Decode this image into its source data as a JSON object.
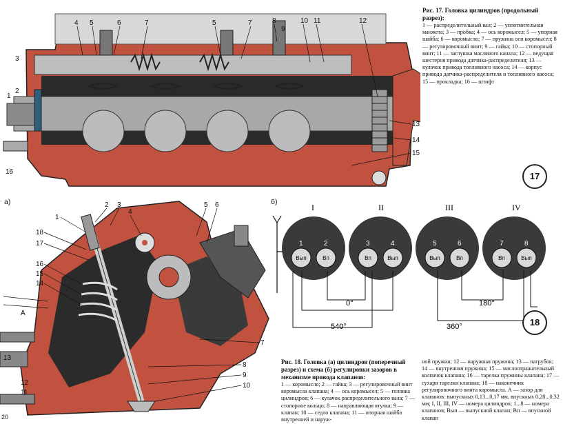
{
  "page_number": "20",
  "fig17": {
    "title": "Рис. 17. Головка цилиндров (продольный разрез):",
    "legend": "1 — распределительный вал; 2 — уплотнительная манжета; 3 — пробка; 4 — ось коромысел; 5 — упорная шайба; 6 — коромысло; 7 — пружина оси коромысел; 8 — регулировочный винт; 9 — гайка; 10 — стопорный винт; 11 — заглушка масляного канала; 12 — ведущая шестерня привода датчика-распределителя; 13 — кулачок привода топливного насоса; 14 — корпус привода датчика-распределителя и топливного насоса; 15 — прокладка; 16 — штифт",
    "badge": "17",
    "callouts": [
      "1",
      "2",
      "3",
      "4",
      "5",
      "6",
      "7",
      "5",
      "7",
      "8",
      "9",
      "10",
      "11",
      "12",
      "13",
      "14",
      "15",
      "16"
    ]
  },
  "fig18": {
    "title": "Рис. 18. Головка (а) цилиндров (поперечный разрез) и схема (б) регулировки зазоров в механизме привода клапанов:",
    "legend_part1": "1 — коромысло; 2 — гайка; 3 — регулировочный винт коромысла клапана; 4 — ось коромысел; 5 — головка цилиндров; 6 — кулачок распределительного вала; 7 — стопорное кольцо; 8 — направляющая втулка; 9 — клапан; 10 — седло клапана; 11 — опорная шайба внутренней и наруж-",
    "legend_part2": "ной пружин; 12 — наружная пружина; 13 — патрубок; 14 — внутренняя пружина; 15 — маслоотражательный колпачок клапана; 16 — тарелка пружины клапана; 17 — сухари тарелки клапана; 18 — наконечник регулировочного винта коромысла. А — зазор для клапанов: выпускных 0,13...0,17 мм, впускных 0,28...0,32 мм; I, II, III, IV — номера цилиндров; 1...8 — номера клапанов; Вып — выпускной клапан; Вп — впускной клапан",
    "badge": "18",
    "label_a": "а)",
    "label_b": "б)",
    "label_A": "A",
    "callouts_a": [
      "1",
      "2",
      "3",
      "4",
      "5",
      "6",
      "18",
      "17",
      "16",
      "15",
      "14",
      "13",
      "12",
      "11",
      "7",
      "8",
      "9",
      "10"
    ]
  },
  "scheme": {
    "cylinders": [
      {
        "roman": "I",
        "valves": [
          {
            "num": "1",
            "type": "Вып"
          },
          {
            "num": "2",
            "type": "Вп"
          }
        ]
      },
      {
        "roman": "II",
        "valves": [
          {
            "num": "3",
            "type": "Вп"
          },
          {
            "num": "4",
            "type": "Вып"
          }
        ]
      },
      {
        "roman": "III",
        "valves": [
          {
            "num": "5",
            "type": "Вып"
          },
          {
            "num": "6",
            "type": "Вп"
          }
        ]
      },
      {
        "roman": "IV",
        "valves": [
          {
            "num": "7",
            "type": "Вп"
          },
          {
            "num": "8",
            "type": "Вып"
          }
        ]
      }
    ],
    "angles": {
      "a0": "0°",
      "a180": "180°",
      "a540": "540°",
      "a360": "360°"
    }
  },
  "colors": {
    "section_red": "#c0523f",
    "metal_grey": "#9a9a9a",
    "dark": "#333333",
    "scheme_disk": "#3a3a3a",
    "valve_fill": "#d9d9d9"
  }
}
